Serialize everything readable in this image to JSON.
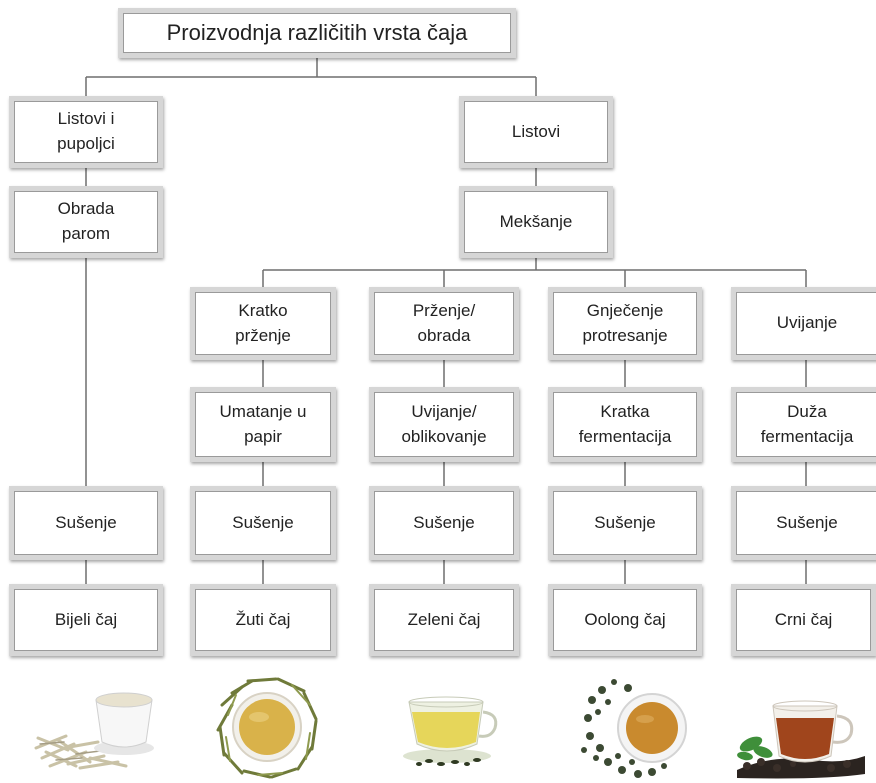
{
  "title": "Proizvodnja različitih vrsta čaja",
  "nodes": {
    "listovi_i_pupoljci": "Listovi i\npupoljci",
    "obrada_parom": "Obrada\nparom",
    "listovi": "Listovi",
    "meksanje": "Mekšanje",
    "kratko_przenje": "Kratko\nprženje",
    "przenje_obrada": "Prženje/\nobrada",
    "gnjecenje": "Gnječenje\nprotresanje",
    "uvijanje": "Uvijanje",
    "umatanje": "Umatanje u\npapir",
    "uvijanje_oblikovanje": "Uvijanje/\noblikovanje",
    "kratka_fermentacija": "Kratka\nfermentacija",
    "duza_fermentacija": "Duža\nfermentacija",
    "susenje": "Sušenje",
    "bijeli_caj": "Bijeli čaj",
    "zuti_caj": "Žuti čaj",
    "zeleni_caj": "Zeleni čaj",
    "oolong_caj": "Oolong čaj",
    "crni_caj": "Crni čaj"
  },
  "colors": {
    "box_border": "#d6d6d6",
    "connector": "#6e6e6e",
    "white_tea": "#e8e2cf",
    "yellow_tea": "#d9b24a",
    "green_tea": "#e6d65a",
    "oolong_tea": "#c98a2e",
    "black_tea": "#a0451c"
  },
  "icons": [
    "white-tea-cup-icon",
    "yellow-tea-bowl-icon",
    "green-tea-cup-icon",
    "oolong-tea-cup-icon",
    "black-tea-cup-icon"
  ]
}
